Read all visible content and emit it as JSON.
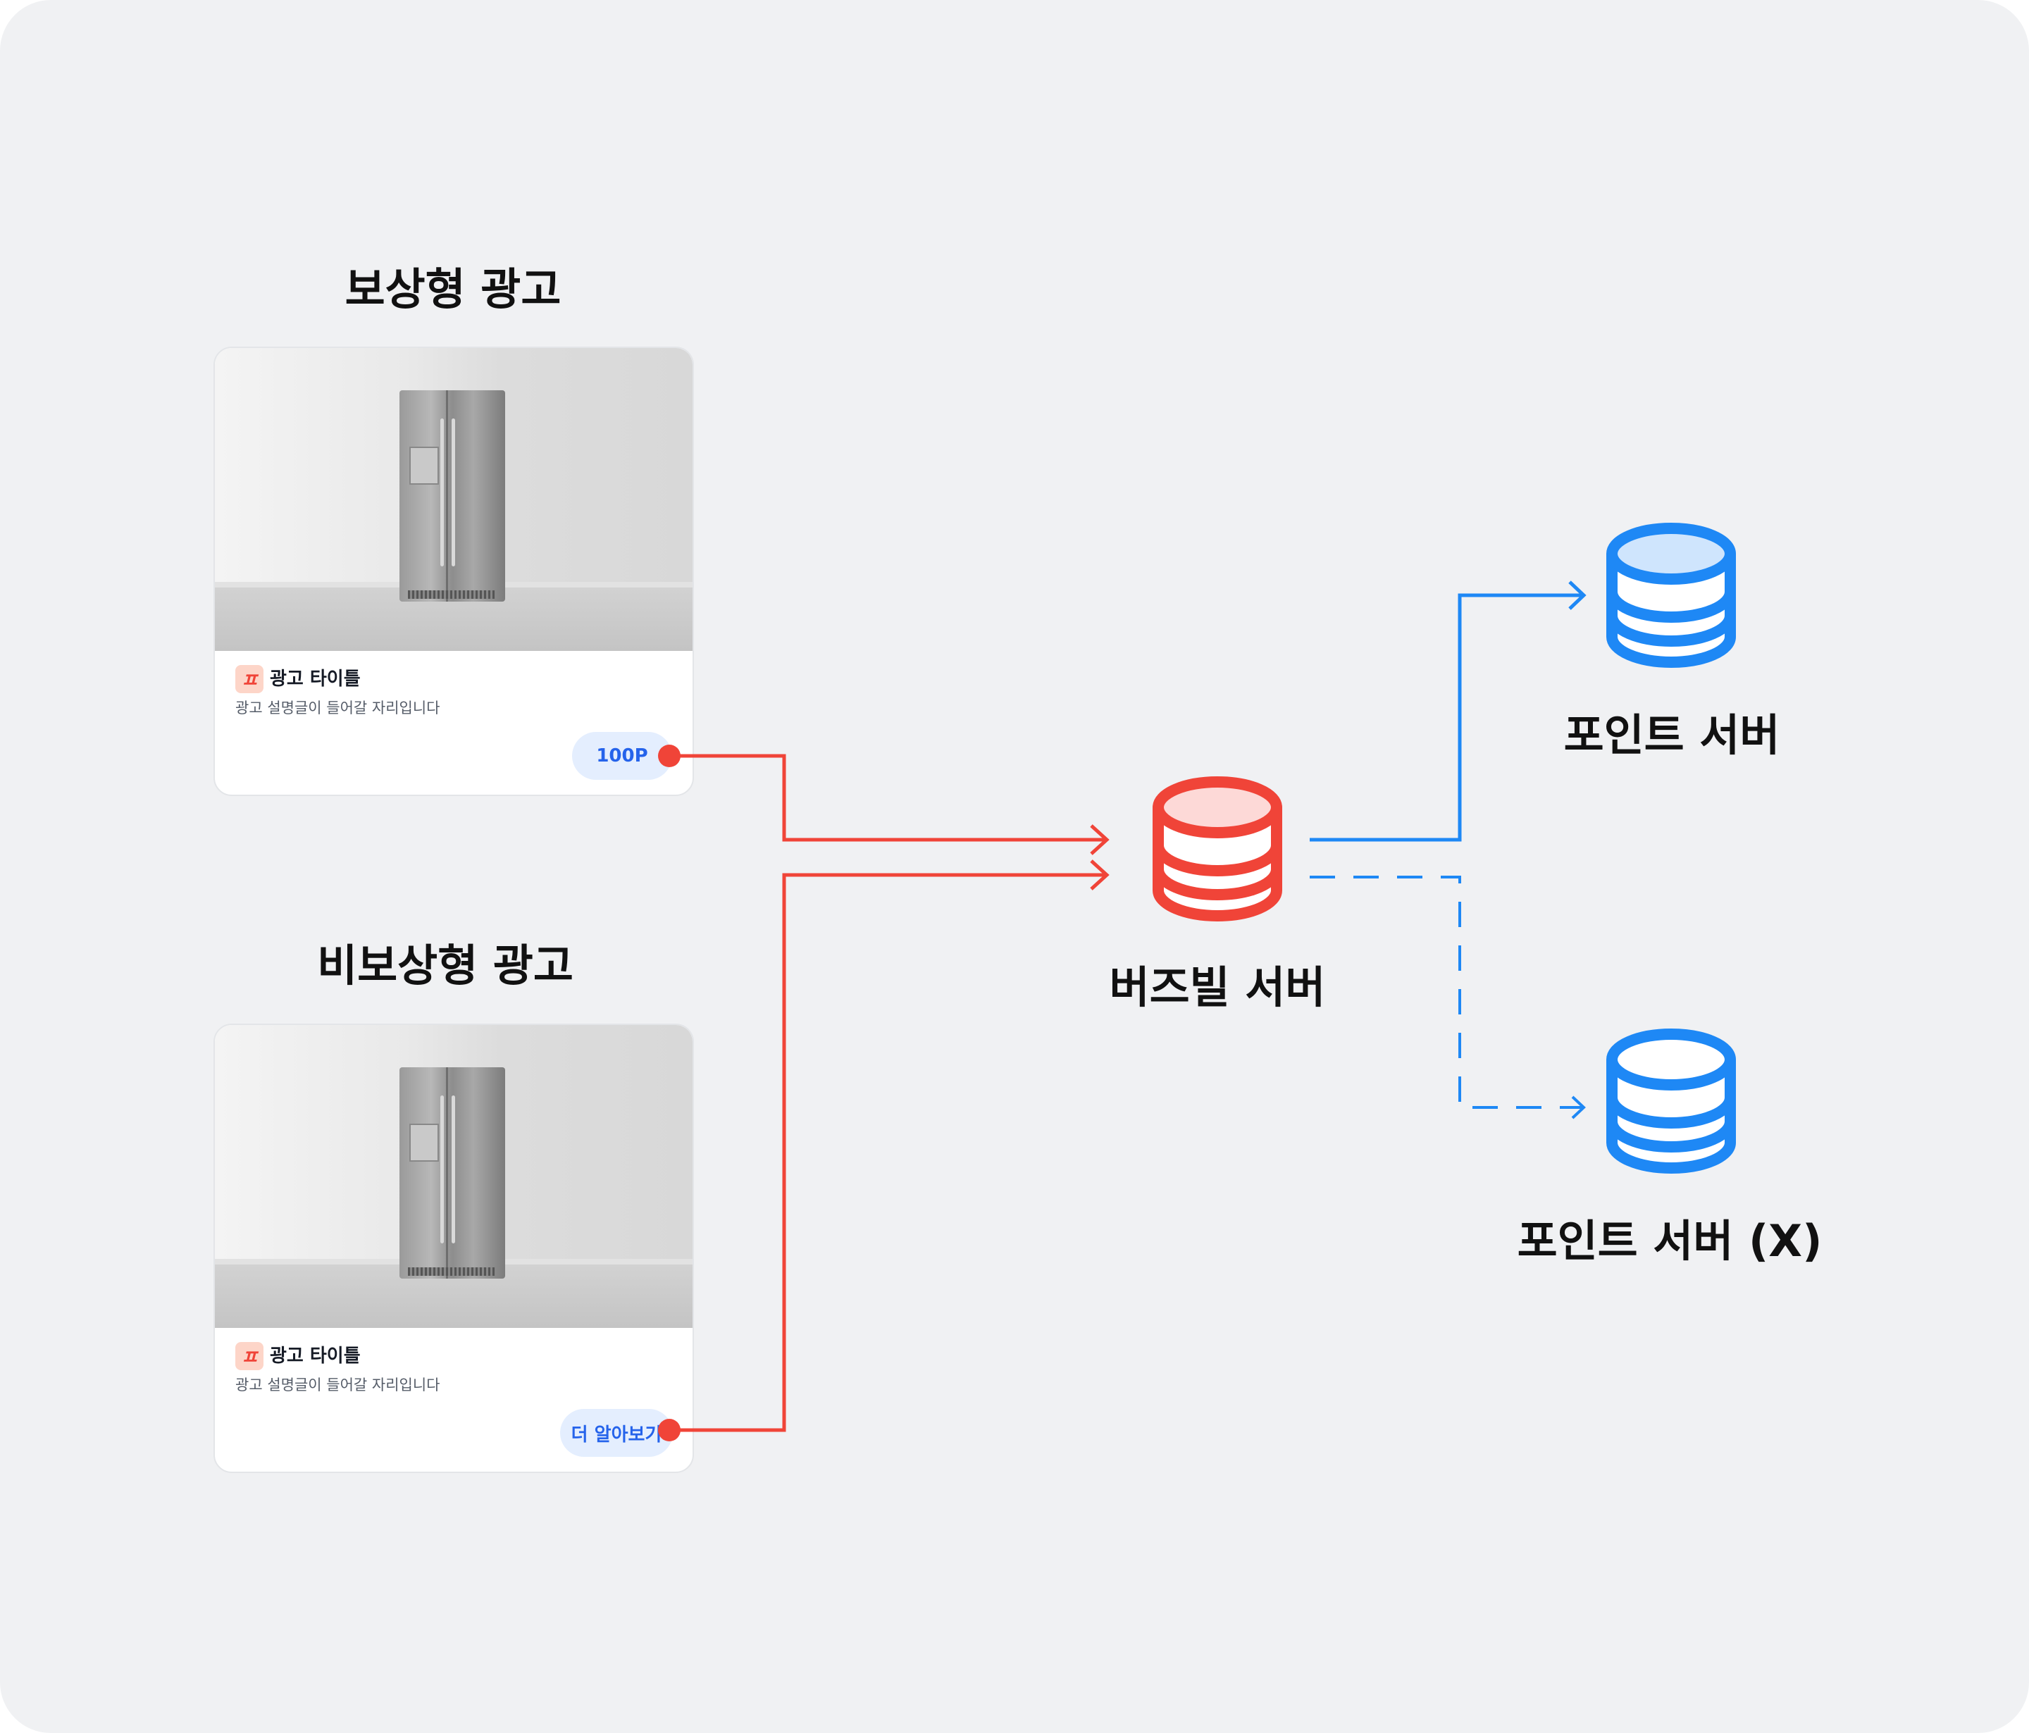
{
  "sections": {
    "reward_title": "보상형 광고",
    "nonreward_title": "비보상형 광고"
  },
  "cards": [
    {
      "logo": "ㅍ",
      "title": "광고 타이틀",
      "description": "광고 설명글이 들어갈 자리입니다",
      "button": "100P"
    },
    {
      "logo": "ㅍ",
      "title": "광고 타이틀",
      "description": "광고 설명글이 들어갈 자리입니다",
      "button": "더 알아보기"
    }
  ],
  "servers": {
    "buzzvil": "버즈빌 서버",
    "point": "포인트 서버",
    "point_x": "포인트 서버 (X)"
  },
  "colors": {
    "background": "#f0f1f3",
    "red": "#f04438",
    "red_fill": "#fdd9d7",
    "blue": "#1e88f5",
    "blue_fill": "#cfe5fd",
    "pill_bg": "#e4eefe",
    "pill_text": "#2563eb"
  }
}
